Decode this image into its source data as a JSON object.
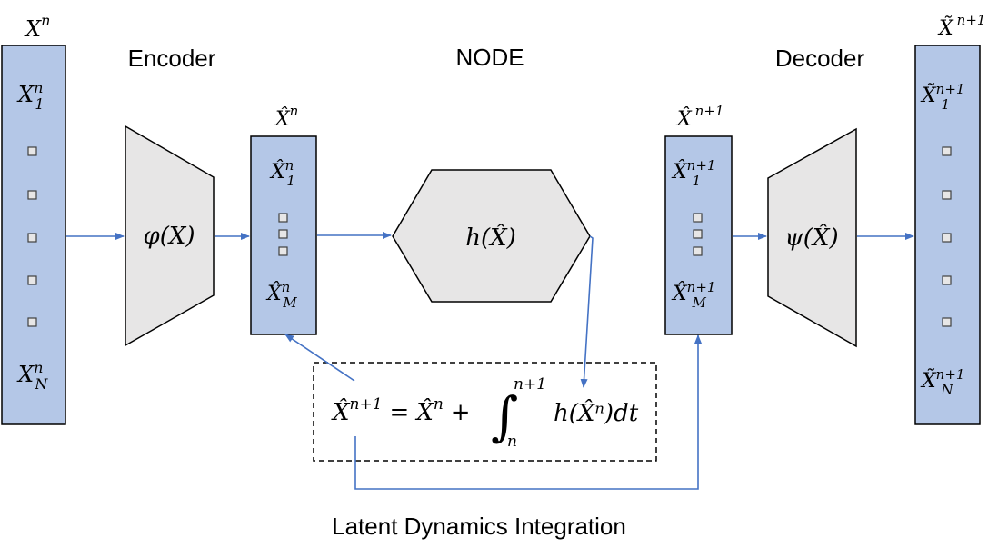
{
  "titles": {
    "encoder": "Encoder",
    "node": "NODE",
    "decoder": "Decoder",
    "caption": "Latent Dynamics Integration"
  },
  "input": {
    "header": "X",
    "header_sup": "n",
    "top_base": "X",
    "top_sub": "1",
    "top_sup": "n",
    "bottom_base": "X",
    "bottom_sub": "N",
    "bottom_sup": "n"
  },
  "latent": {
    "header": "X̂",
    "header_sup": "n",
    "top_base": "X̂",
    "top_sub": "1",
    "top_sup": "n",
    "bottom_base": "X̂",
    "bottom_sub": "M",
    "bottom_sup": "n"
  },
  "latent_next": {
    "header": "X̂",
    "header_sup": "n+1",
    "top_base": "X̂",
    "top_sub": "1",
    "top_sup": "n+1",
    "bottom_base": "X̂",
    "bottom_sub": "M",
    "bottom_sup": "n+1"
  },
  "output": {
    "header": "X̃",
    "header_sup": "n+1",
    "top_base": "X̃",
    "top_sub": "1",
    "top_sup": "n+1",
    "bottom_base": "X̃",
    "bottom_sub": "N",
    "bottom_sup": "n+1"
  },
  "encoder_fn": "φ(X)",
  "node_fn": "h(X̂)",
  "decoder_fn": "ψ(X̂)",
  "equation": {
    "lhs": "X̂",
    "lhs_sup": "n+1",
    "eq": "=",
    "rhs_base": "X̂",
    "rhs_sup": "n",
    "plus": "+",
    "integral": "∫",
    "int_upper": "n+1",
    "int_lower": "n",
    "integrand": "h(X̂ⁿ)dt"
  },
  "colors": {
    "column_fill": "#b4c7e7",
    "shape_fill": "#e7e6e6",
    "arrow": "#4472c4"
  }
}
